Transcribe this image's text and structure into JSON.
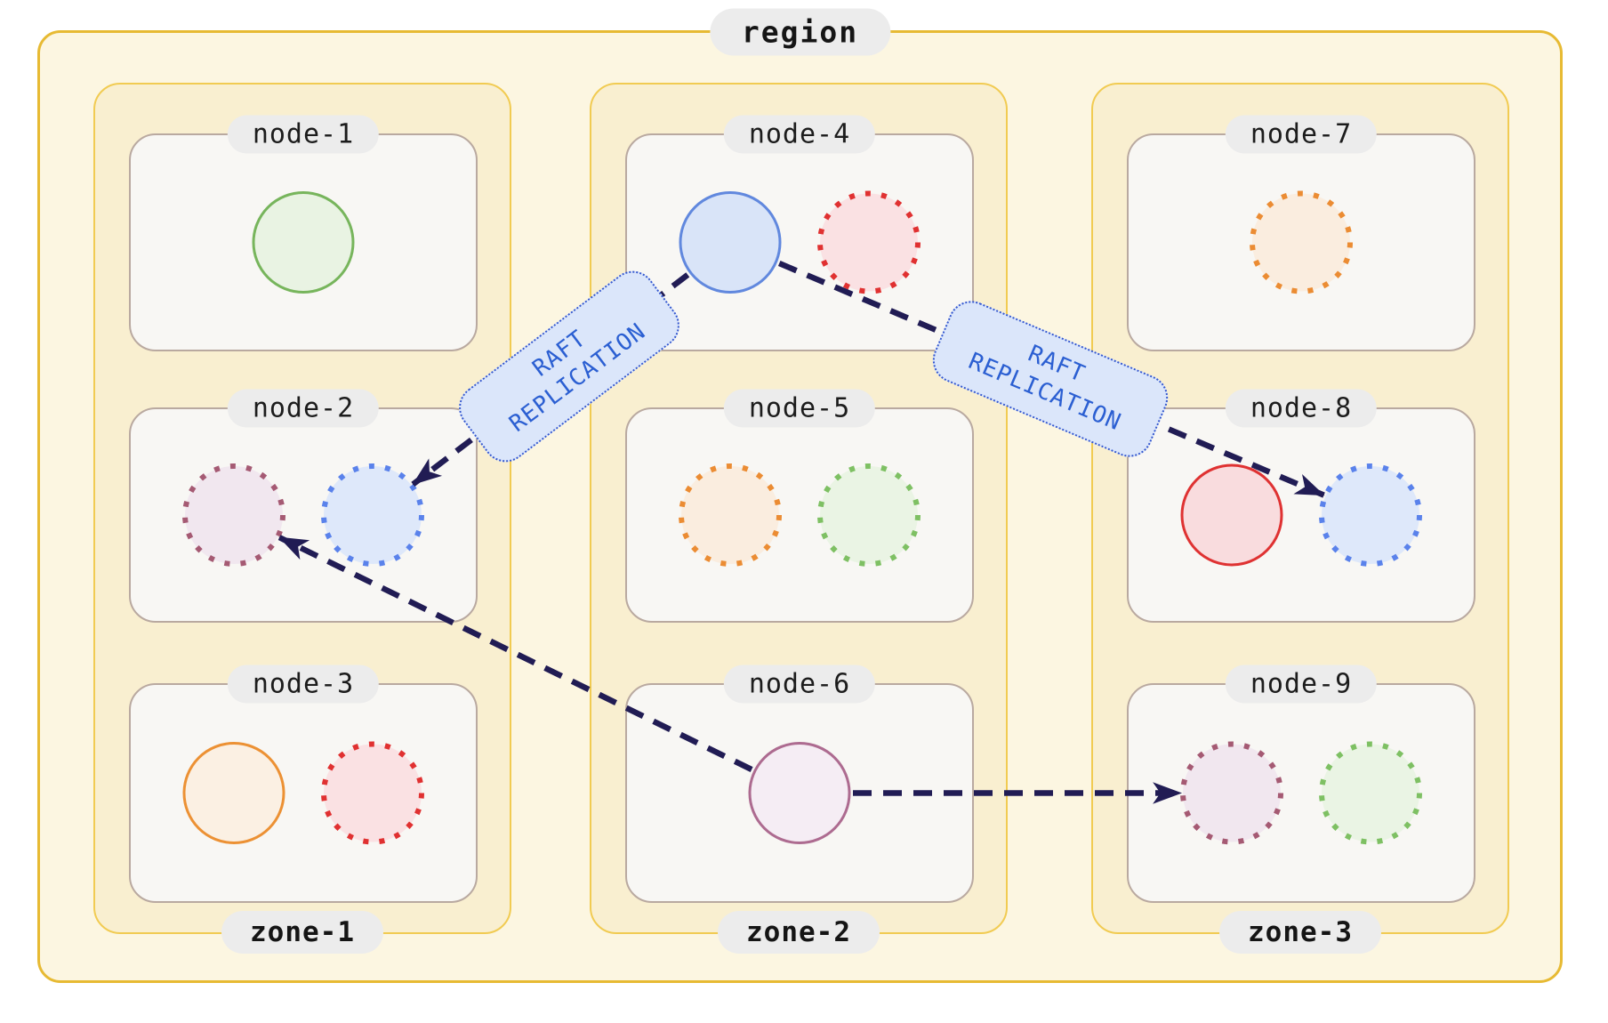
{
  "region": {
    "label": "region"
  },
  "zones": [
    {
      "id": "zone-1",
      "label": "zone-1"
    },
    {
      "id": "zone-2",
      "label": "zone-2"
    },
    {
      "id": "zone-3",
      "label": "zone-3"
    }
  ],
  "nodes": [
    {
      "id": "node-1",
      "label": "node-1",
      "zone": 0,
      "row": 0,
      "replicas": [
        {
          "color": "green",
          "style": "solid"
        }
      ]
    },
    {
      "id": "node-2",
      "label": "node-2",
      "zone": 0,
      "row": 1,
      "replicas": [
        {
          "color": "mauve",
          "style": "dotted"
        },
        {
          "color": "blue",
          "style": "dotted"
        }
      ]
    },
    {
      "id": "node-3",
      "label": "node-3",
      "zone": 0,
      "row": 2,
      "replicas": [
        {
          "color": "orange",
          "style": "solid"
        },
        {
          "color": "red",
          "style": "dotted"
        }
      ]
    },
    {
      "id": "node-4",
      "label": "node-4",
      "zone": 1,
      "row": 0,
      "replicas": [
        {
          "color": "blue",
          "style": "solid"
        },
        {
          "color": "red",
          "style": "dotted"
        }
      ]
    },
    {
      "id": "node-5",
      "label": "node-5",
      "zone": 1,
      "row": 1,
      "replicas": [
        {
          "color": "orange",
          "style": "dotted"
        },
        {
          "color": "green",
          "style": "dotted"
        }
      ]
    },
    {
      "id": "node-6",
      "label": "node-6",
      "zone": 1,
      "row": 2,
      "replicas": [
        {
          "color": "mauve",
          "style": "solid"
        }
      ]
    },
    {
      "id": "node-7",
      "label": "node-7",
      "zone": 2,
      "row": 0,
      "replicas": [
        {
          "color": "orange",
          "style": "dotted"
        }
      ]
    },
    {
      "id": "node-8",
      "label": "node-8",
      "zone": 2,
      "row": 1,
      "replicas": [
        {
          "color": "red",
          "style": "solid"
        },
        {
          "color": "blue",
          "style": "dotted"
        }
      ]
    },
    {
      "id": "node-9",
      "label": "node-9",
      "zone": 2,
      "row": 2,
      "replicas": [
        {
          "color": "mauve",
          "style": "dotted"
        },
        {
          "color": "green",
          "style": "dotted"
        }
      ]
    }
  ],
  "edges": [
    {
      "from": "node-4",
      "from_slot": 0,
      "to": "node-2",
      "to_slot": 1,
      "label": "RAFT REPLICATION"
    },
    {
      "from": "node-4",
      "from_slot": 0,
      "to": "node-8",
      "to_slot": 1,
      "label": "RAFT REPLICATION"
    },
    {
      "from": "node-6",
      "from_slot": 0,
      "to": "node-2",
      "to_slot": 0,
      "label": ""
    },
    {
      "from": "node-6",
      "from_slot": 0,
      "to": "node-9",
      "to_slot": 0,
      "label": ""
    }
  ],
  "palette": {
    "region_fill": "#FCF6E1",
    "region_border": "#E7BA33",
    "zone_fill": "#F9EFD0",
    "zone_border": "#F1CB52",
    "node_fill": "#F8F7F4",
    "node_border": "#B9A9A0",
    "pill_fill": "#ECECEC",
    "label_text": "#151515",
    "arrow": "#211C54",
    "edge_label_fill": "#DBE6FA",
    "edge_label_border": "#3558CF",
    "edge_label_text": "#2B5FD2"
  },
  "replica_palette": {
    "green": {
      "solid": {
        "stroke": "#77B55C",
        "fill": "#E9F3E3"
      },
      "dotted": {
        "stroke": "#7EC063",
        "fill": "#EAF4E4"
      }
    },
    "blue": {
      "solid": {
        "stroke": "#6188DE",
        "fill": "#D9E4F8"
      },
      "dotted": {
        "stroke": "#5A82EB",
        "fill": "#DEE8FA"
      }
    },
    "red": {
      "solid": {
        "stroke": "#DF3232",
        "fill": "#F9DCDE"
      },
      "dotted": {
        "stroke": "#E03131",
        "fill": "#FAE1E3"
      }
    },
    "orange": {
      "solid": {
        "stroke": "#EC9134",
        "fill": "#FBF0E3"
      },
      "dotted": {
        "stroke": "#EB8C33",
        "fill": "#FAEDDF"
      }
    },
    "mauve": {
      "solid": {
        "stroke": "#AD6B90",
        "fill": "#F5EDF4"
      },
      "dotted": {
        "stroke": "#A55A73",
        "fill": "#F1E7EF"
      }
    }
  }
}
